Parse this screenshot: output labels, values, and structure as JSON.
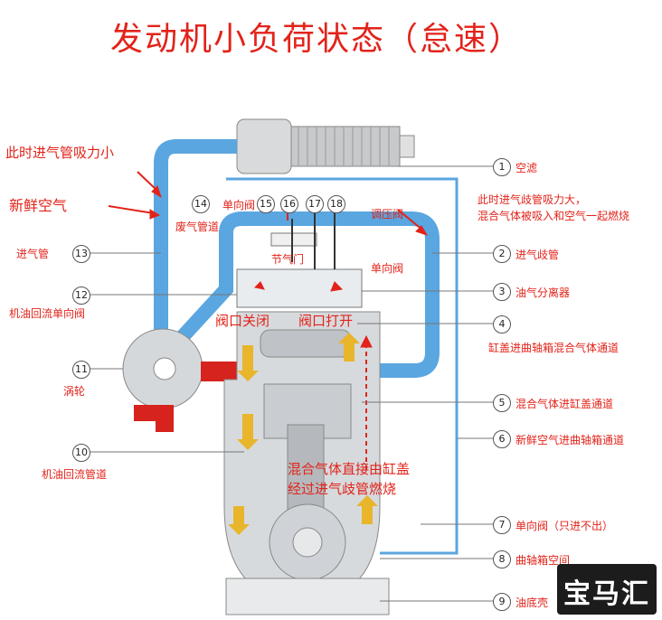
{
  "title": "发动机小负荷状态（怠速）",
  "left_notes": {
    "intake_suction_small": "此时进气管吸力小",
    "fresh_air": "新鲜空气"
  },
  "right_note": {
    "line1": "此时进气歧管吸力大，",
    "line2": "混合气体被吸入和空气一起燃烧"
  },
  "top_labels": {
    "check_valve": "单向阀",
    "waste_gas_pipe": "废气管道",
    "pressure_valve": "调压阀",
    "throttle": "节气门",
    "check_valve2": "单向阀"
  },
  "mid_labels": {
    "valve_closed": "阀口关闭",
    "valve_open": "阀口打开"
  },
  "bottom_note": {
    "line1": "混合气体直接由缸盖",
    "line2": "经过进气歧管燃烧"
  },
  "left_callouts": [
    {
      "num": "13",
      "label": "进气管"
    },
    {
      "num": "12",
      "label": "机油回流单向阀"
    },
    {
      "num": "11",
      "label": "涡轮"
    },
    {
      "num": "10",
      "label": "机油回流管道"
    }
  ],
  "top_nums": [
    "14",
    "15",
    "16",
    "17",
    "18"
  ],
  "right_callouts": [
    {
      "num": "1",
      "label": "空滤"
    },
    {
      "num": "2",
      "label": "进气歧管"
    },
    {
      "num": "3",
      "label": "油气分离器"
    },
    {
      "num": "4",
      "label": "缸盖进曲轴箱混合气体通道"
    },
    {
      "num": "5",
      "label": "混合气体进缸盖通道"
    },
    {
      "num": "6",
      "label": "新鲜空气进曲轴箱通道"
    },
    {
      "num": "7",
      "label": "单向阀（只进不出）"
    },
    {
      "num": "8",
      "label": "曲轴箱空间"
    },
    {
      "num": "9",
      "label": "油底壳"
    }
  ],
  "logo_text": "宝马汇",
  "colors": {
    "pipe_blue": "#5aa6e0",
    "pipe_dark": "#2f6fb2",
    "accent_red": "#e2231a",
    "exhaust_red": "#d6231d",
    "engine_gray": "#cfd4d8",
    "arrow_yellow": "#e8b52b"
  }
}
